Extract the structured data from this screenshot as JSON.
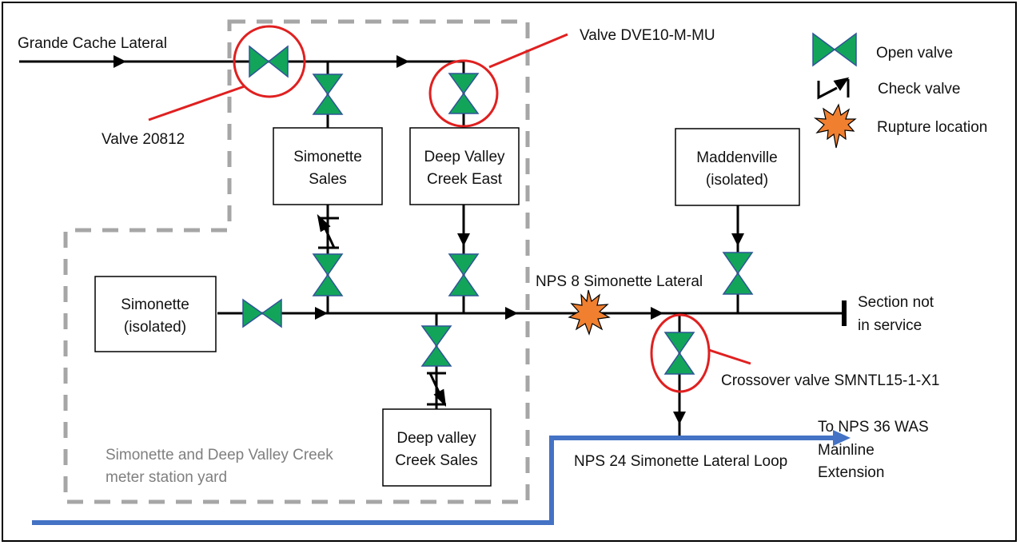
{
  "diagram": {
    "title_labels": {
      "grande_cache_lateral": "Grande Cache Lateral",
      "valve_20812": "Valve 20812",
      "valve_dve10": "Valve DVE10-M-MU",
      "nps8_lateral": "NPS 8 Simonette Lateral",
      "section_not_in_service": [
        "Section not",
        "in service"
      ],
      "crossover_valve": "Crossover valve SMNTL15-1-X1",
      "nps24_loop": "NPS 24 Simonette Lateral Loop",
      "to_nps36": [
        "To NPS 36 WAS",
        "Mainline",
        "Extension"
      ],
      "yard": [
        "Simonette and Deep Valley Creek",
        "meter station yard"
      ]
    },
    "stations": {
      "simonette_sales": [
        "Simonette",
        "Sales"
      ],
      "deep_valley_creek_east": [
        "Deep Valley",
        "Creek East"
      ],
      "maddenville": [
        "Maddenville",
        "(isolated)"
      ],
      "simonette": [
        "Simonette",
        "(isolated)"
      ],
      "deep_valley_creek_sales": [
        "Deep valley",
        "Creek Sales"
      ]
    },
    "legend": [
      {
        "icon": "open-valve-icon",
        "label": "Open valve"
      },
      {
        "icon": "check-valve-icon",
        "label": "Check valve"
      },
      {
        "icon": "rupture-icon",
        "label": "Rupture location"
      }
    ],
    "colors": {
      "valve_fill": "#12a55a",
      "valve_stroke": "#2f5597",
      "callout": "#e02020",
      "loop_pipe": "#4472c4",
      "yard_border": "#a6a6a6",
      "rupture": "#f08030"
    }
  }
}
